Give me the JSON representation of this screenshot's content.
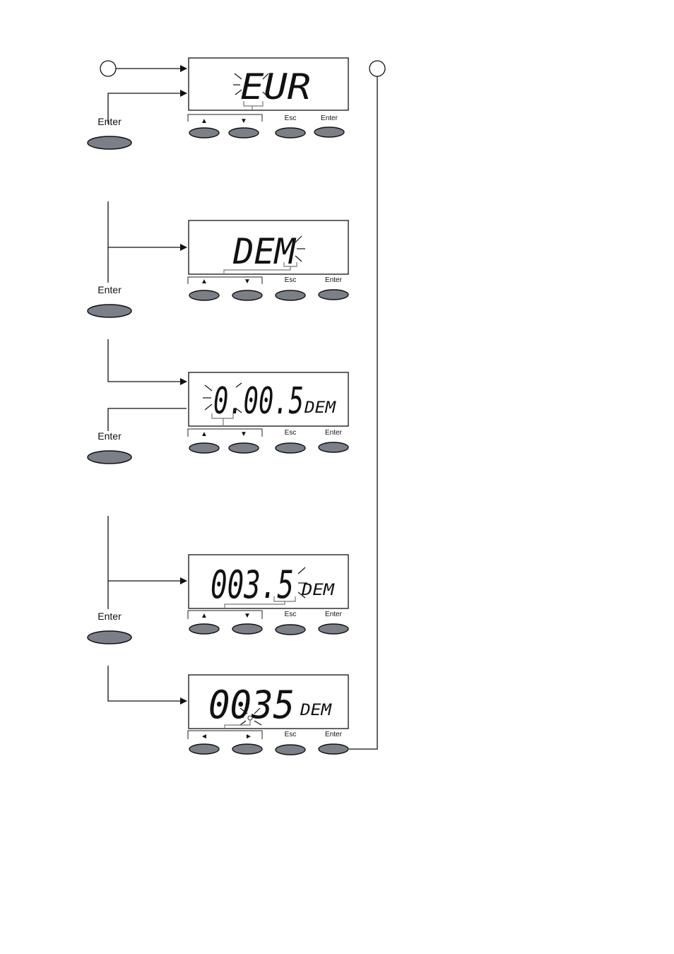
{
  "labels": {
    "enter": "Enter",
    "esc": "Esc",
    "up": "▲",
    "down": "▼",
    "left": "◄",
    "right": "►"
  },
  "screens": [
    {
      "main": "EUR",
      "suffix": ""
    },
    {
      "main": "DEM",
      "suffix": ""
    },
    {
      "main": "0.00.5",
      "suffix": "DEM"
    },
    {
      "main": "003.5",
      "suffix": "DEM"
    },
    {
      "main": "0035",
      "suffix": "DEM"
    }
  ],
  "colors": {
    "button_fill": "#7a7f88",
    "button_stroke": "#111111",
    "lcd_border": "#111111"
  }
}
